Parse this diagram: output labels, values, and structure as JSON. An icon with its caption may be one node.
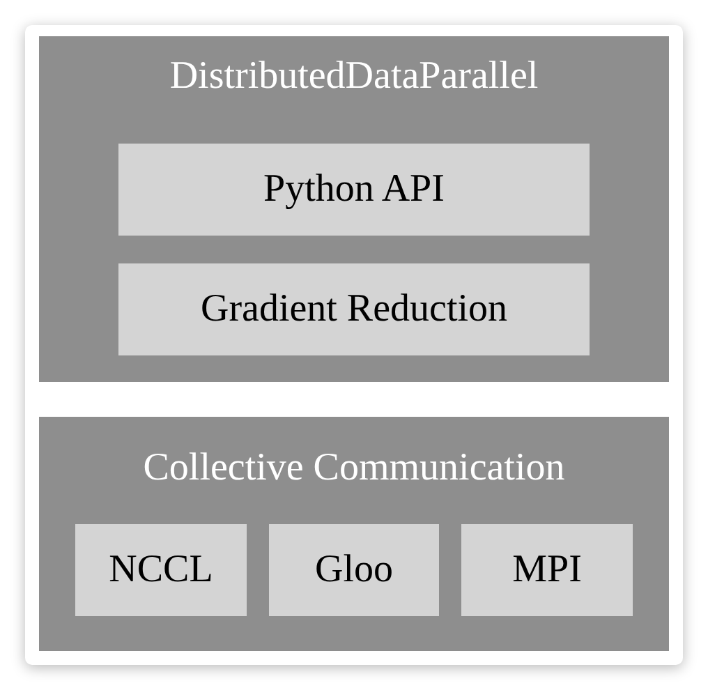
{
  "diagram": {
    "nodes": [
      {
        "text": [
          "DistributedDataParallel"
        ]
      },
      {
        "text": [
          "Python API"
        ],
        "in": 0
      },
      {
        "text": [
          "Gradient Reduction"
        ],
        "in": 0
      },
      {
        "text": [
          "Collective Communication"
        ]
      },
      {
        "text": [
          "NCCL"
        ],
        "in": 3
      },
      {
        "text": [
          "Gloo"
        ],
        "in": 3
      },
      {
        "text": [
          "MPI"
        ],
        "in": 3
      }
    ],
    "edges": []
  }
}
